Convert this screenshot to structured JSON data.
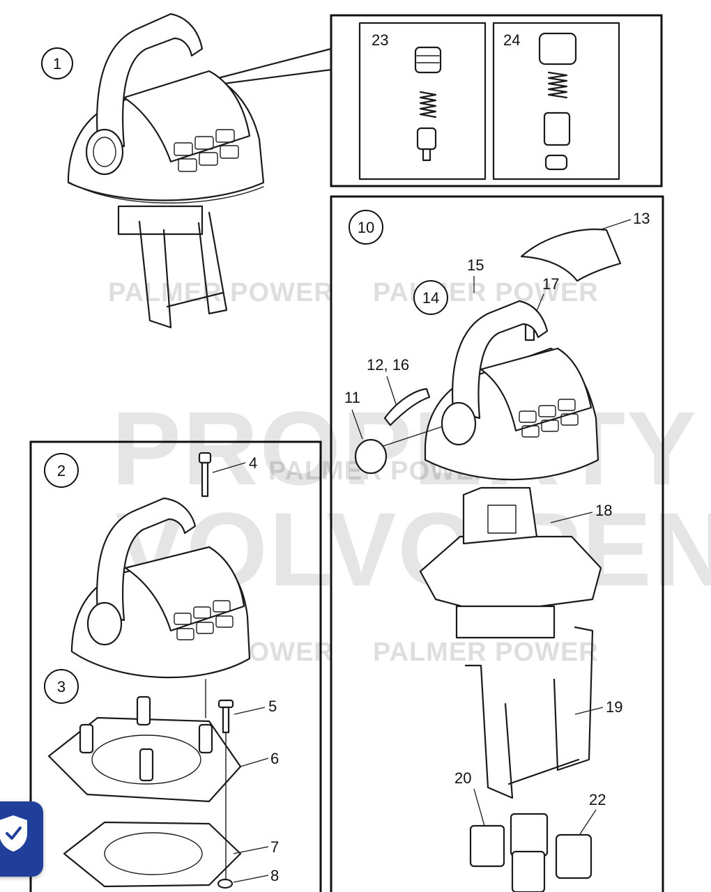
{
  "callouts": {
    "c1": "1",
    "c2": "2",
    "c3": "3",
    "c4": "4",
    "c5": "5",
    "c6": "6",
    "c7": "7",
    "c8": "8",
    "c10": "10",
    "c11": "11",
    "c12_16": "12, 16",
    "c13": "13",
    "c14": "14",
    "c15": "15",
    "c17": "17",
    "c18": "18",
    "c19": "19",
    "c20": "20",
    "c22": "22",
    "c23": "23",
    "c24": "24"
  },
  "watermarks": {
    "line1": "PROPERTY OF",
    "line2": "VOLVO PENTA",
    "brand": "PALMER POWER"
  },
  "badge": {
    "icon": "shield-check-icon",
    "color": "#1f3f9a"
  }
}
